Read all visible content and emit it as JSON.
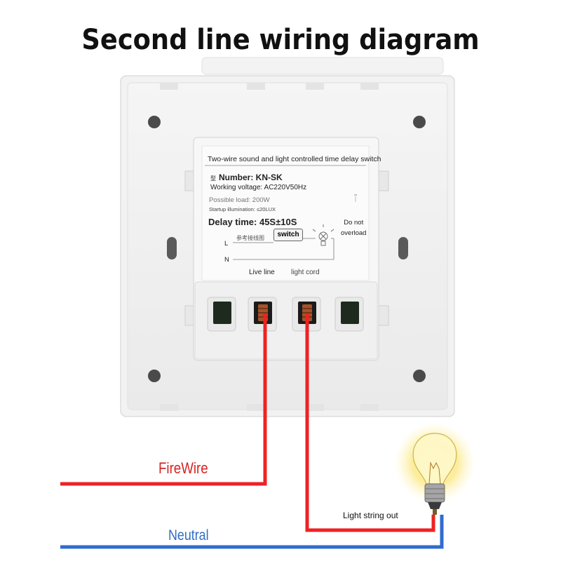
{
  "title": "Second line wiring diagram",
  "label": {
    "product_title": "Two-wire sound and light controlled time delay switch",
    "number_prefix": "型",
    "number": "Number: KN-SK",
    "voltage": "Working voltage: AC220V50Hz",
    "load": "Possible load: 200W",
    "illumination": "Startup illumination: ≤20LUX",
    "delay": "Delay time: 45S±10S",
    "overload_line1": "Do not",
    "overload_line2": "overload",
    "reference": "参考接线图",
    "switch": "switch",
    "L": "L",
    "N": "N",
    "live_line": "Live line",
    "light_cord": "light cord"
  },
  "wires": {
    "fire": "FireWire",
    "neutral": "Neutral",
    "light_out": "Light string out"
  },
  "colors": {
    "fire_wire": "#ee2222",
    "neutral_wire": "#2f6cd0",
    "fire_text": "#d62424",
    "neutral_text": "#2f6cc4"
  },
  "icons": [
    "light-bulb-icon",
    "bulb-symbol-icon"
  ]
}
